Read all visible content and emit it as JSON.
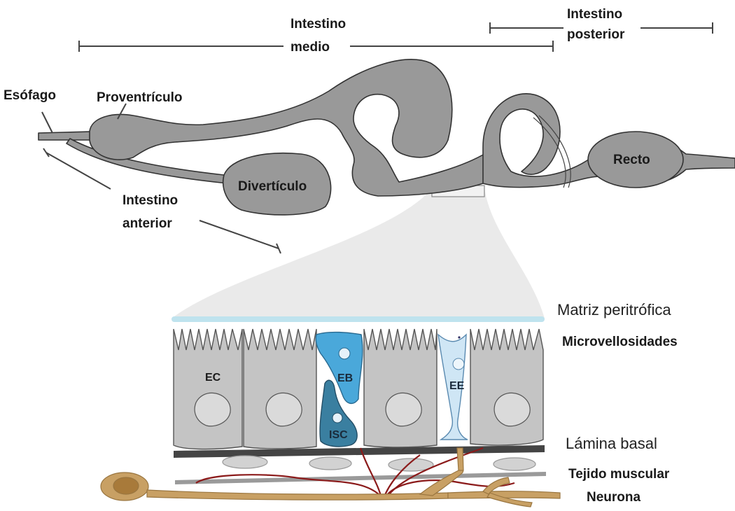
{
  "labels": {
    "intestino_medio_1": "Intestino",
    "intestino_medio_2": "medio",
    "intestino_posterior_1": "Intestino",
    "intestino_posterior_2": "posterior",
    "esofago": "Esófago",
    "proventriculo": "Proventrículo",
    "diverticulo": "Divertículo",
    "intestino_anterior_1": "Intestino",
    "intestino_anterior_2": "anterior",
    "recto": "Recto",
    "matriz_peritrofica": "Matriz peritrófica",
    "microvellosidades": "Microvellosidades",
    "lamina_basal": "Lámina basal",
    "tejido_muscular": "Tejido muscular",
    "neurona": "Neurona"
  },
  "cells": {
    "ec": "EC",
    "eb": "EB",
    "ee": "EE",
    "isc": "ISC"
  },
  "colors": {
    "gut": "#999999",
    "gut_outline": "#333333",
    "cell": "#c4c4c4",
    "nucleus": "#dadada",
    "blue_cell": "#4aa8da",
    "isc_cell": "#3a7fa0",
    "ee_cell": "#cfe6f5",
    "matrix": "#bfe3ee",
    "lamina": "#444444",
    "vessel": "#8b1a1a",
    "neuron": "#c8a064"
  }
}
